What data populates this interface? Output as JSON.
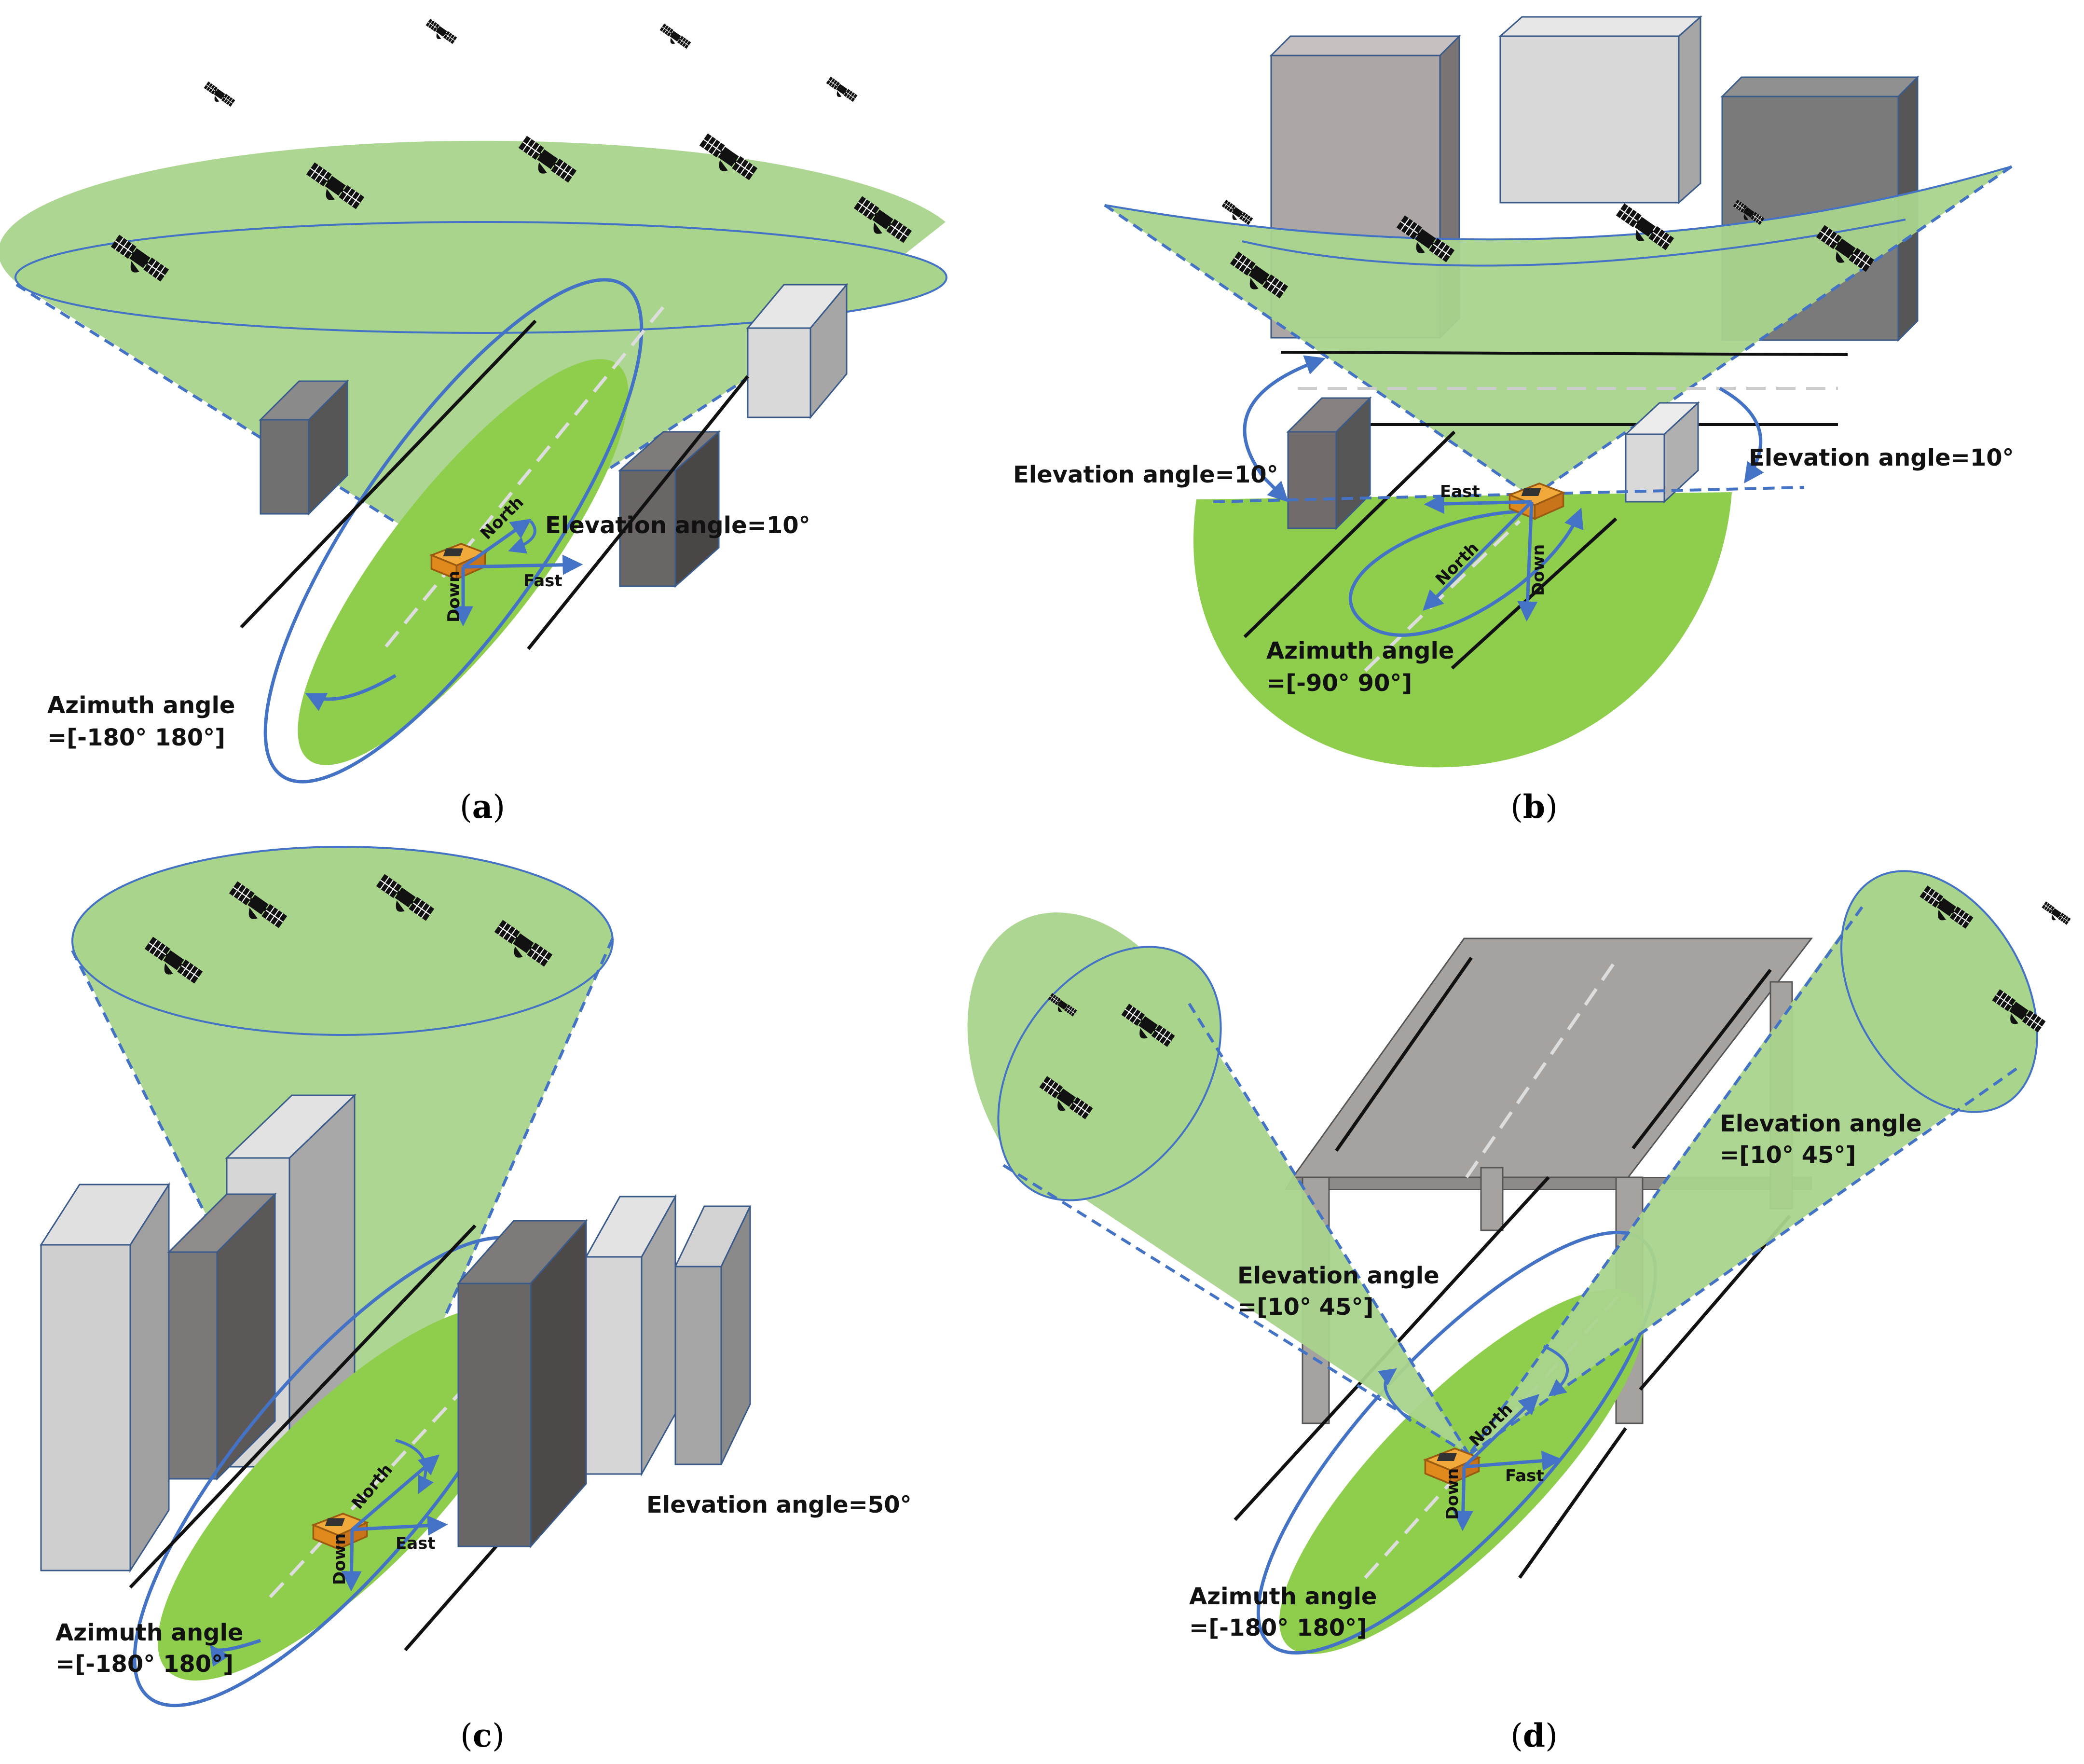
{
  "colors": {
    "sky_green": "#a9d48c",
    "ground_green": "#8fce4c",
    "arrow_blue": "#4472c4",
    "roof_gray": "#a6a2a0"
  },
  "panels": {
    "a": {
      "caption_open": "(",
      "caption_letter": "a",
      "caption_close": ")",
      "elevation": "Elevation angle=10°",
      "azimuth_line1": "Azimuth angle",
      "azimuth_line2": "=[-180° 180°]",
      "north": "North",
      "east": "Fast",
      "down": "Down"
    },
    "b": {
      "caption_open": "(",
      "caption_letter": "b",
      "caption_close": ")",
      "elevation_left": "Elevation angle=10°",
      "elevation_right": "Elevation angle=10°",
      "azimuth_line1": "Azimuth angle",
      "azimuth_line2": "=[-90°  90°]",
      "north": "North",
      "east": "East",
      "down": "Down"
    },
    "c": {
      "caption_open": "(",
      "caption_letter": "c",
      "caption_close": ")",
      "elevation": "Elevation angle=50°",
      "azimuth_line1": "Azimuth angle",
      "azimuth_line2": "=[-180° 180°]",
      "north": "North",
      "east": "East",
      "down": "Down"
    },
    "d": {
      "caption_open": "(",
      "caption_letter": "d",
      "caption_close": ")",
      "elevation_left_line1": "Elevation angle",
      "elevation_left_line2": "=[10° 45°]",
      "elevation_right_line1": "Elevation angle",
      "elevation_right_line2": "=[10° 45°]",
      "azimuth_line1": "Azimuth angle",
      "azimuth_line2": "=[-180° 180°]",
      "north": "North",
      "east": "Fast",
      "down": "Down"
    }
  }
}
